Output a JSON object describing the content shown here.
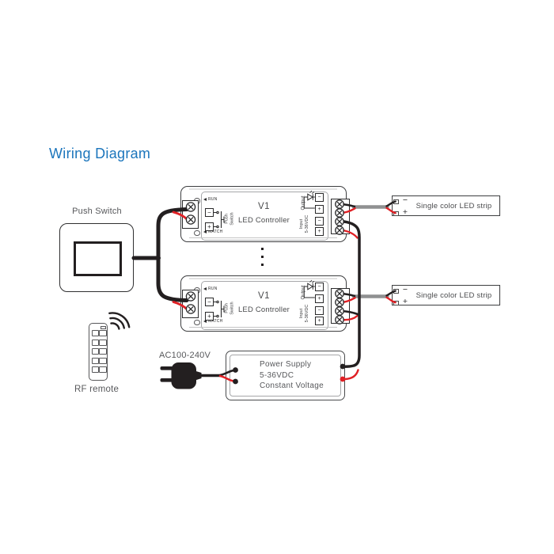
{
  "title": "Wiring Diagram",
  "labels": {
    "push_switch": "Push Switch",
    "rf_remote": "RF remote",
    "ac_input": "AC100-240V"
  },
  "controller": {
    "model": "V1",
    "name": "LED Controller",
    "indicators": {
      "run": "RUN",
      "match": "MATCH"
    },
    "ports": {
      "push_switch": {
        "line1": "Push",
        "line2": "Switch",
        "minus": "−",
        "plus": "+"
      },
      "output": {
        "label": "Output",
        "minus": "−",
        "plus": "+"
      },
      "input": {
        "label1": "Input",
        "label2": "5-36VDC",
        "minus": "−",
        "plus": "+"
      }
    }
  },
  "led_strip": {
    "label": "Single color LED strip",
    "minus": "−",
    "plus": "+"
  },
  "power_supply": {
    "line1": "Power Supply",
    "line2": "5-36VDC",
    "line3": "Constant Voltage"
  },
  "colors": {
    "title_blue": "#1b75bc",
    "wire_black": "#231f20",
    "wire_red": "#e02025",
    "cable_gray": "#8f9091",
    "label_gray": "#57585b"
  }
}
